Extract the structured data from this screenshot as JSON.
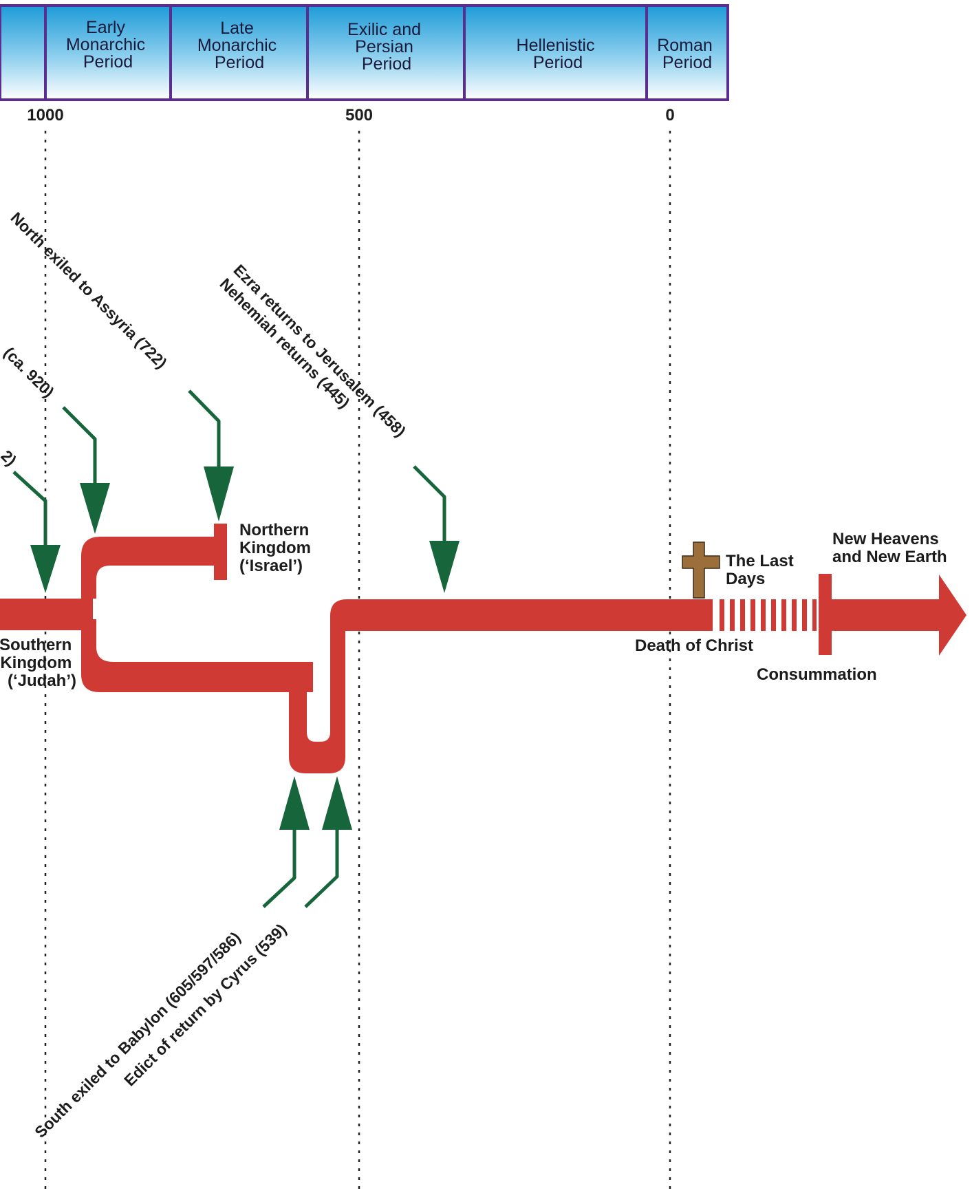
{
  "periods": [
    {
      "lines": []
    },
    {
      "lines": [
        "Early",
        "Monarchic",
        "Period"
      ]
    },
    {
      "lines": [
        "Late",
        "Monarchic",
        "Period"
      ]
    },
    {
      "lines": [
        "Exilic and",
        "Persian",
        "Period"
      ]
    },
    {
      "lines": [
        "Hellenistic",
        "Period"
      ]
    },
    {
      "lines": [
        "Roman",
        "Period"
      ]
    }
  ],
  "ticks": [
    "1000",
    "500",
    "0"
  ],
  "events": {
    "north_exile": "North exiled to Assyria (722)",
    "division": "(ca. 920)",
    "partial_left": "2)",
    "ezra": "Ezra returns to Jerusalem (458)",
    "nehemiah": "Nehemiah returns (445)",
    "south_exile": "South exiled to Babylon (605/597/586)",
    "edict": "Edict of return by Cyrus (539)"
  },
  "labels": {
    "northern": [
      "Northern",
      "Kingdom",
      "(‘Israel’)"
    ],
    "southern": [
      "Southern",
      "Kingdom",
      "(‘Judah’)"
    ],
    "last_days": [
      "The Last",
      "Days"
    ],
    "death_of_christ": "Death of Christ",
    "consummation": "Consummation",
    "new_heavens": [
      "New Heavens",
      "and New Earth"
    ]
  },
  "colors": {
    "timeline_red": "#d03a35",
    "arrow_green": "#17653a",
    "header_border": "#5b2d8e",
    "header_gradient_top": "#1d9bd8",
    "header_gradient_bottom": "#ffffff",
    "cross_brown": "#9c6f3a"
  },
  "icons": [
    "cross-icon"
  ]
}
